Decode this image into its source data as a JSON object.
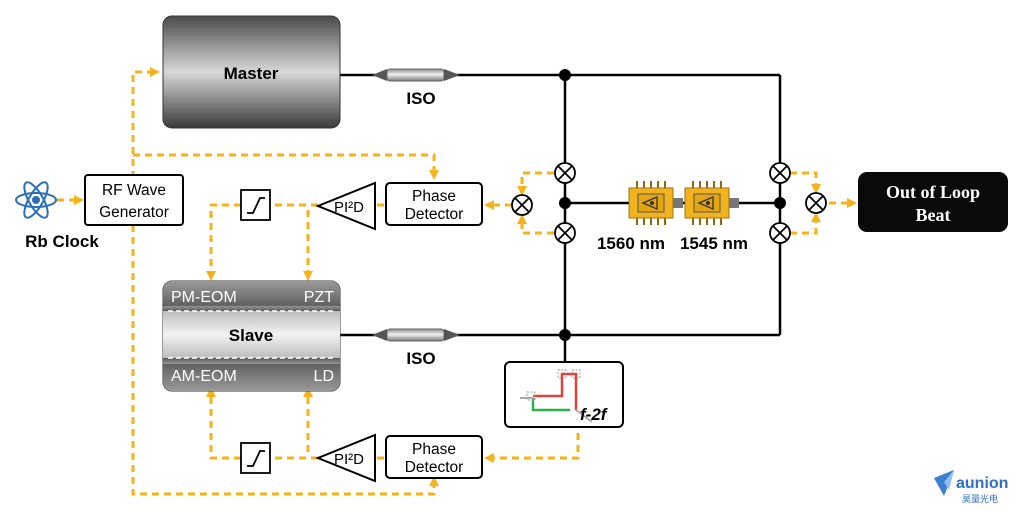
{
  "master": {
    "label": "Master"
  },
  "slave": {
    "label": "Slave",
    "top_left": "PM-EOM",
    "top_right": "PZT",
    "bottom_left": "AM-EOM",
    "bottom_right": "LD"
  },
  "rf_generator": {
    "line1": "RF Wave",
    "line2": "Generator"
  },
  "rb_clock": {
    "label": "Rb Clock"
  },
  "phase_detector_upper": {
    "line1": "Phase",
    "line2": "Detector"
  },
  "phase_detector_lower": {
    "line1": "Phase",
    "line2": "Detector"
  },
  "pid_upper": {
    "label": "PI²D"
  },
  "pid_lower": {
    "label": "PI²D"
  },
  "iso_upper": {
    "label": "ISO"
  },
  "iso_lower": {
    "label": "ISO"
  },
  "laser_1560": {
    "label": "1560 nm"
  },
  "laser_1545": {
    "label": "1545 nm"
  },
  "f2f": {
    "label": "f-2f"
  },
  "out_of_loop": {
    "line1": "Out of Loop",
    "line2": "Beat"
  },
  "logo": {
    "name": "aunion",
    "subtitle": "昊量光电"
  },
  "colors": {
    "signal": "#f5b21a",
    "optical": "#000000",
    "laser_chip": "#f2b21c",
    "panel": "#1e1e1e"
  }
}
